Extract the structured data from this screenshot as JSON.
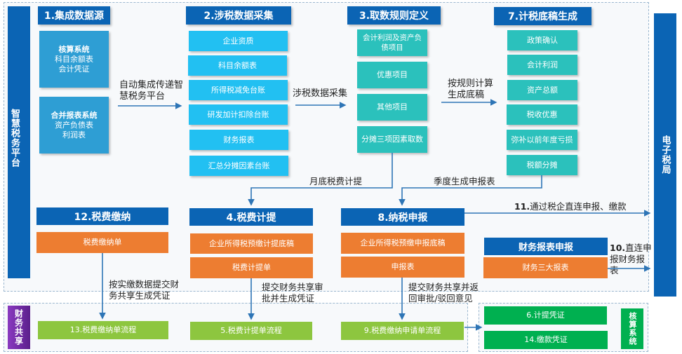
{
  "platform": {
    "smart_tax_label": "智慧税务平台",
    "e_tax_bureau_label": "电子税局",
    "finance_sharing_label": "财务共享",
    "accounting_system_label": "核算系统"
  },
  "stage1": {
    "title": "1.集成数据源",
    "sources": [
      {
        "name": "核算系统",
        "lines": [
          "科目余额表",
          "会计凭证"
        ]
      },
      {
        "name": "合并报表系统",
        "lines": [
          "资产负债表",
          "利润表"
        ]
      }
    ]
  },
  "stage2": {
    "title": "2.涉税数据采集",
    "items": [
      "企业资质",
      "科目余额表",
      "所得税减免台账",
      "研发加计扣除台账",
      "财务报表",
      "汇总分摊因素台账"
    ]
  },
  "stage3": {
    "title": "3.取数规则定义",
    "items": [
      "会计利润及资产负债项目",
      "优惠项目",
      "其他项目",
      "分摊三项因素取数"
    ]
  },
  "stage7": {
    "title": "7.计税底稿生成",
    "items": [
      "政策确认",
      "会计利润",
      "资产总额",
      "税收优惠",
      "弥补以前年度亏损",
      "税额分摊"
    ]
  },
  "stage12": {
    "title": "12.税费缴纳",
    "items": [
      "税费缴纳单"
    ]
  },
  "stage4": {
    "title": "4.税费计提",
    "items": [
      "企业所得税预缴计提底稿",
      "税费计提单"
    ]
  },
  "stage8": {
    "title": "8.纳税申报",
    "items": [
      "企业所得税预缴申报底稿",
      "申报表"
    ]
  },
  "financial_report": {
    "title": "财务报表申报",
    "items": [
      "财务三大报表"
    ]
  },
  "sharing_flows": {
    "flow13": "13.税费缴纳单流程",
    "flow5": "5.税费计提单流程",
    "flow9": "9.税费缴纳申请单流程"
  },
  "vouchers": {
    "v6": "6.计提凭证",
    "v14": "14.缴款凭证"
  },
  "arrows": {
    "auto_integrate": [
      "自动集成传递智",
      "慧税务平台"
    ],
    "tax_data_collect": "涉税数据采集",
    "calc_by_rule": [
      "按规则计算",
      "生成底稿"
    ],
    "month_end_accrual": "月底税费计提",
    "quarter_report": "季度生成申报表",
    "direct_declare_num": "11.",
    "direct_declare_text": "通过税企直连申报、缴款",
    "direct_fin_report_num": "10.",
    "direct_fin_report_text": [
      "直连申",
      "报财务报",
      "表"
    ],
    "pay_submit": [
      "按实缴数据提交财",
      "务共享生成凭证"
    ],
    "accrual_submit": [
      "提交财务共享审",
      "批并生成凭证"
    ],
    "declare_submit": [
      "提交财务共享并返",
      "回审批/驳回意见"
    ]
  },
  "colors": {
    "header_blue": "#0b64b4",
    "source_blue": "#2e9ed4",
    "cyan": "#22c0f2",
    "teal": "#2bc1bc",
    "orange": "#ed7d31",
    "lime": "#8dc63f",
    "green": "#00b050",
    "purple": "#7030a0",
    "arrow": "#2e75b6"
  }
}
